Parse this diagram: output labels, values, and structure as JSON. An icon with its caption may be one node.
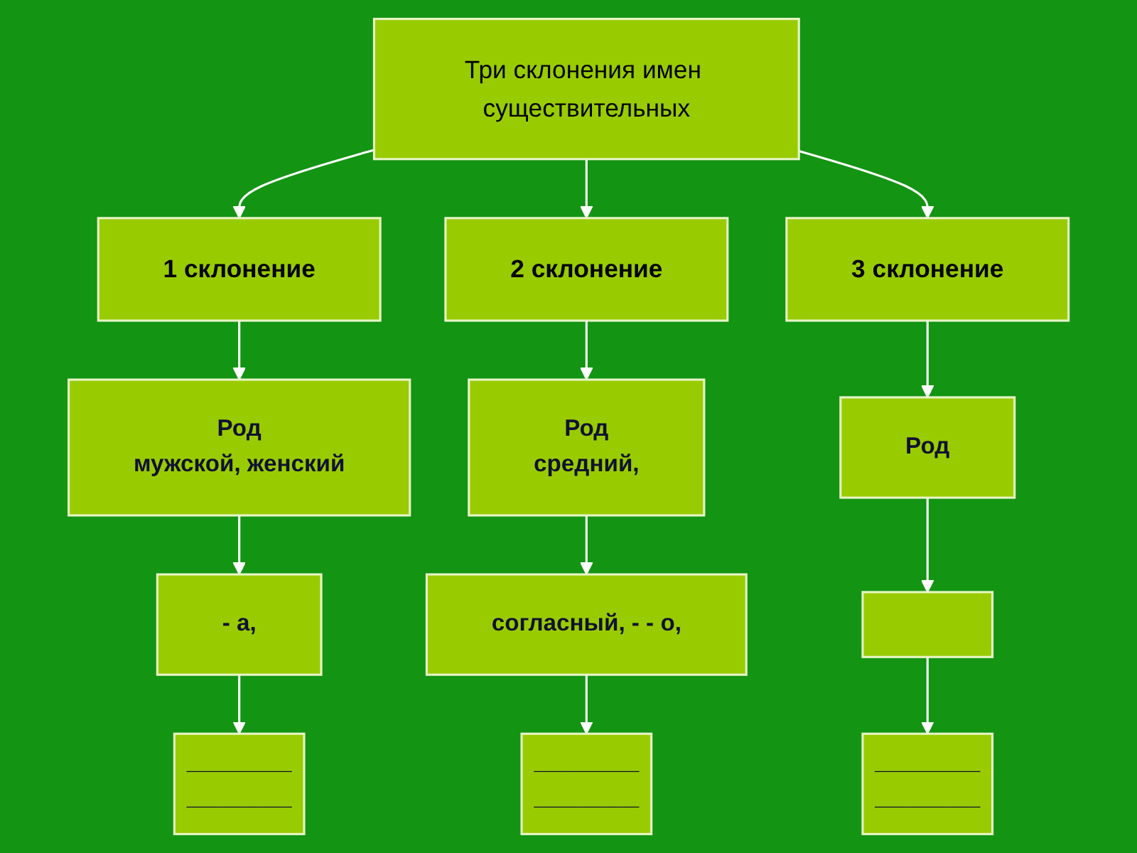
{
  "diagram": {
    "nodes": [
      {
        "text": [
          "Три склонения имен существительных"
        ]
      },
      {
        "text": [
          "1 склонение"
        ]
      },
      {
        "text": [
          "2 склонение"
        ]
      },
      {
        "text": [
          "3 склонение"
        ]
      },
      {
        "text": [
          "Род",
          "мужской, женский"
        ]
      },
      {
        "text": [
          "Род",
          "средний,"
        ]
      },
      {
        "text": [
          "Род"
        ]
      },
      {
        "text": [
          "- а,"
        ]
      },
      {
        "text": [
          "согласный, - - о,"
        ]
      },
      {
        "text": [],
        "shape": "box"
      },
      {
        "text": [
          "________",
          "________"
        ]
      },
      {
        "text": [
          "________",
          "________"
        ]
      },
      {
        "text": [
          "________",
          "________"
        ]
      }
    ],
    "edges": [
      {
        "from": 0,
        "to": 1,
        "arrow": "to"
      },
      {
        "from": 0,
        "to": 2,
        "arrow": "to"
      },
      {
        "from": 0,
        "to": 3,
        "arrow": "to"
      },
      {
        "from": 1,
        "to": 4,
        "arrow": "to"
      },
      {
        "from": 2,
        "to": 5,
        "arrow": "to"
      },
      {
        "from": 3,
        "to": 6,
        "arrow": "to"
      },
      {
        "from": 4,
        "to": 7,
        "arrow": "to"
      },
      {
        "from": 5,
        "to": 8,
        "arrow": "to"
      },
      {
        "from": 6,
        "to": 9,
        "arrow": "to"
      },
      {
        "from": 7,
        "to": 10,
        "arrow": "to"
      },
      {
        "from": 8,
        "to": 11,
        "arrow": "to"
      },
      {
        "from": 9,
        "to": 12,
        "arrow": "to"
      }
    ]
  }
}
